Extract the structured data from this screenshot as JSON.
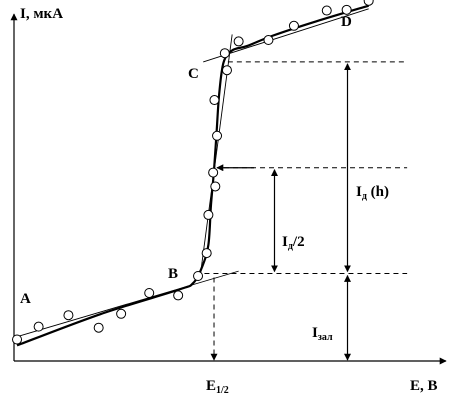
{
  "chart_data": {
    "type": "scatter",
    "title": "",
    "xlabel": "E, В",
    "ylabel": "I, мкА",
    "x_tick_label": "E1/2",
    "x_tick_label_main": "E",
    "x_tick_label_sub": "1/2",
    "xlim": [
      0,
      100
    ],
    "ylim": [
      0,
      100
    ],
    "grid": false,
    "point_labels": [
      "A",
      "B",
      "C",
      "D"
    ],
    "annotations": {
      "id_main": "I",
      "id_sub": "д",
      "id_suffix": " (h)",
      "half_main": "I",
      "half_sub": "д",
      "half_suffix": "/2",
      "zal_main": "I",
      "zal_sub": "зал"
    },
    "measured_points": [
      {
        "x": 0.7,
        "y": 6.2
      },
      {
        "x": 5.7,
        "y": 9.9
      },
      {
        "x": 12.6,
        "y": 13.2
      },
      {
        "x": 19.6,
        "y": 9.6
      },
      {
        "x": 24.8,
        "y": 13.6
      },
      {
        "x": 31.3,
        "y": 19.6
      },
      {
        "x": 38.0,
        "y": 18.9
      },
      {
        "x": 42.6,
        "y": 24.5
      },
      {
        "x": 44.6,
        "y": 31.1
      },
      {
        "x": 45.0,
        "y": 42.1
      },
      {
        "x": 46.6,
        "y": 50.3
      },
      {
        "x": 46.1,
        "y": 54.3
      },
      {
        "x": 47.0,
        "y": 64.9
      },
      {
        "x": 46.4,
        "y": 75.2
      },
      {
        "x": 49.3,
        "y": 83.8
      },
      {
        "x": 48.8,
        "y": 88.7
      },
      {
        "x": 52.0,
        "y": 92.1
      },
      {
        "x": 58.9,
        "y": 92.5
      },
      {
        "x": 64.8,
        "y": 96.6
      },
      {
        "x": 72.4,
        "y": 101.0
      },
      {
        "x": 77.0,
        "y": 101.2
      },
      {
        "x": 82.1,
        "y": 103.8
      }
    ],
    "fit_curve": [
      {
        "x": 0.7,
        "y": 4.5
      },
      {
        "x": 20.0,
        "y": 13.5
      },
      {
        "x": 38.0,
        "y": 20.5
      },
      {
        "x": 41.5,
        "y": 22.5
      },
      {
        "x": 43.5,
        "y": 27.0
      },
      {
        "x": 45.0,
        "y": 33.5
      },
      {
        "x": 45.6,
        "y": 45.0
      },
      {
        "x": 46.3,
        "y": 55.0
      },
      {
        "x": 46.9,
        "y": 66.0
      },
      {
        "x": 47.5,
        "y": 77.0
      },
      {
        "x": 48.5,
        "y": 86.0
      },
      {
        "x": 50.5,
        "y": 89.5
      },
      {
        "x": 54.0,
        "y": 90.8
      },
      {
        "x": 60.0,
        "y": 93.8
      },
      {
        "x": 70.0,
        "y": 97.9
      },
      {
        "x": 82.1,
        "y": 102.4
      }
    ],
    "tangents": [
      {
        "x1": 0.7,
        "y1": 7.0,
        "x2": 52.0,
        "y2": 25.9
      },
      {
        "x1": 43.0,
        "y1": 23.5,
        "x2": 50.5,
        "y2": 94.1
      },
      {
        "x1": 43.8,
        "y1": 86.2,
        "x2": 82.1,
        "y2": 101.5
      }
    ],
    "levels": {
      "residual_current": 25.2,
      "half_wave_current": 55.7,
      "limiting_current": 86.2,
      "half_wave_potential": 46.3
    }
  }
}
